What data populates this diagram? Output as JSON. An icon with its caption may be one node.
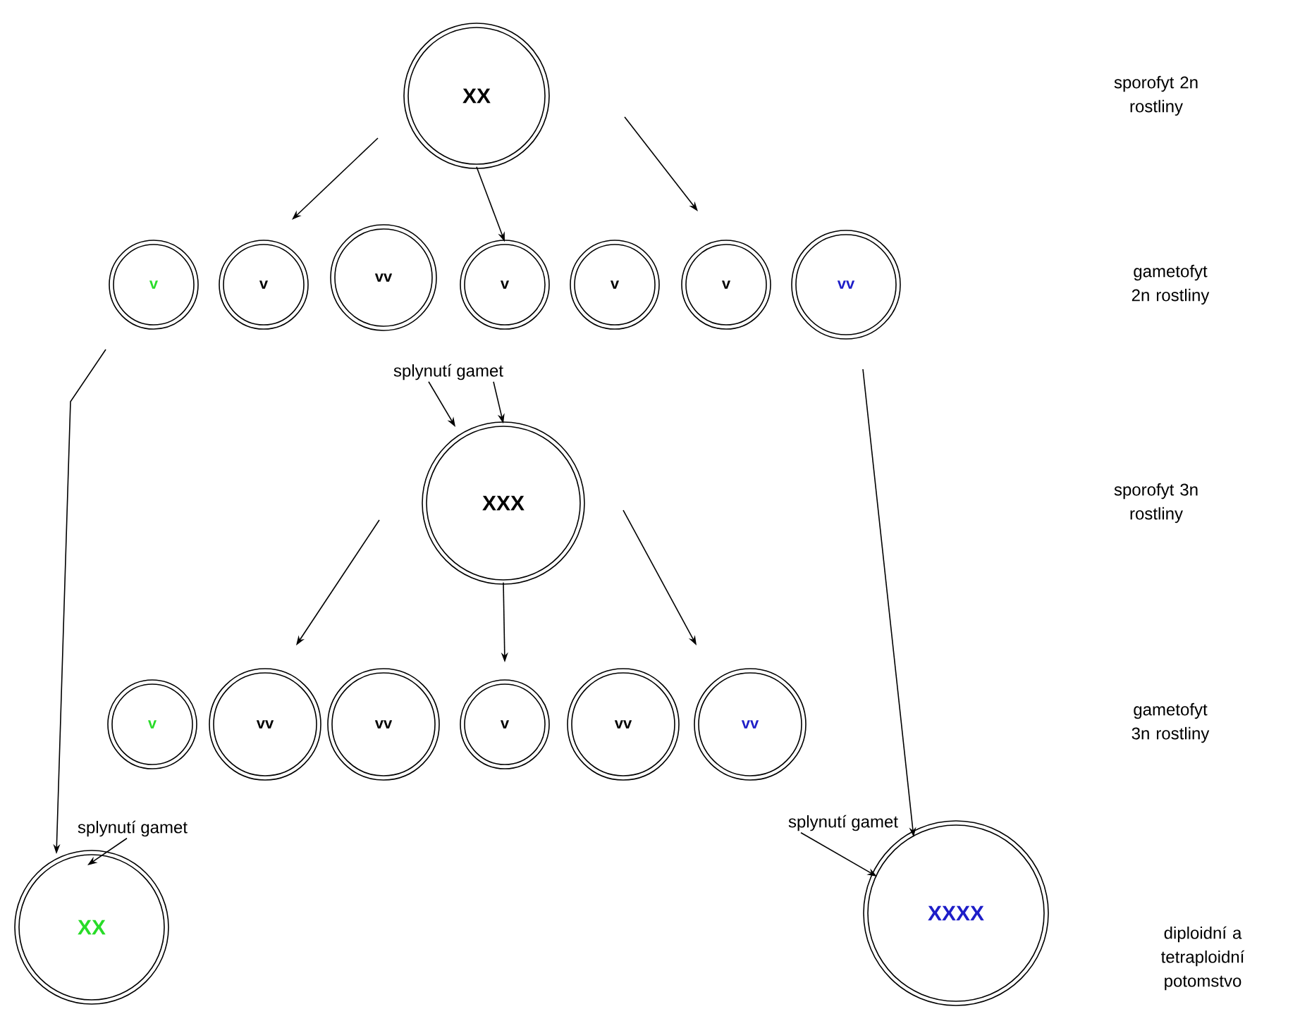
{
  "diagram": {
    "nodes": [
      {
        "text": [
          "XX"
        ]
      },
      {
        "text": [
          "v"
        ]
      },
      {
        "text": [
          "v"
        ]
      },
      {
        "text": [
          "vv"
        ]
      },
      {
        "text": [
          "v"
        ]
      },
      {
        "text": [
          "v"
        ]
      },
      {
        "text": [
          "v"
        ]
      },
      {
        "text": [
          "vv"
        ]
      },
      {
        "text": [
          "splynutí gamet"
        ]
      },
      {
        "text": [
          "XXX"
        ]
      },
      {
        "text": [
          "v"
        ]
      },
      {
        "text": [
          "vv"
        ]
      },
      {
        "text": [
          "vv"
        ]
      },
      {
        "text": [
          "v"
        ]
      },
      {
        "text": [
          "vv"
        ]
      },
      {
        "text": [
          "vv"
        ]
      },
      {
        "text": [
          "splynutí gamet"
        ]
      },
      {
        "text": [
          "splynutí gamet"
        ]
      },
      {
        "text": [
          "XX"
        ]
      },
      {
        "text": [
          "XXXX"
        ]
      }
    ],
    "edges": [
      {
        "from": 0,
        "to": 2,
        "arrow": "to"
      },
      {
        "from": 0,
        "to": 4,
        "arrow": "to"
      },
      {
        "from": 0,
        "to": 6,
        "arrow": "to"
      },
      {
        "from": 8,
        "to": 9,
        "arrow": "to"
      },
      {
        "from": 8,
        "to": 9,
        "arrow": "to"
      },
      {
        "from": 9,
        "to": 11,
        "arrow": "to"
      },
      {
        "from": 9,
        "to": 13,
        "arrow": "to"
      },
      {
        "from": 9,
        "to": 15,
        "arrow": "to"
      },
      {
        "from": 1,
        "to": 18,
        "arrow": "to"
      },
      {
        "from": 16,
        "to": 18,
        "arrow": "to"
      },
      {
        "from": 7,
        "to": 19,
        "arrow": "to"
      },
      {
        "from": 17,
        "to": 19,
        "arrow": "to"
      }
    ],
    "labels": [
      "sporofyt 2n rostliny",
      "gametofyt 2n rostliny",
      "sporofyt 3n rostliny",
      "gametofyt 3n rostliny",
      "diploidní a tetraploidní potomstvo"
    ]
  }
}
